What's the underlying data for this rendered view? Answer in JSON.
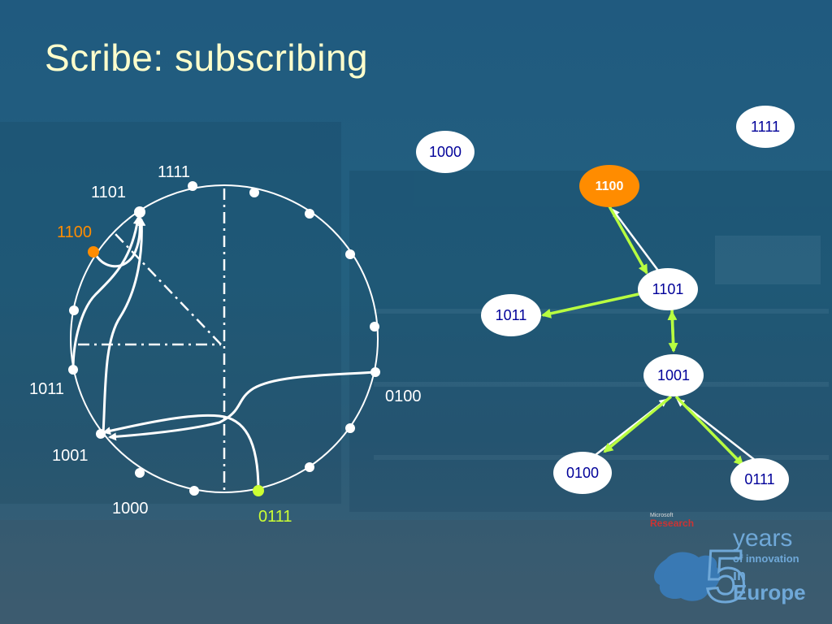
{
  "slide": {
    "title": "Scribe: subscribing",
    "colors": {
      "title": "#ffffcc",
      "label": "#ffffff",
      "highlight_orange": "#ff8c00",
      "highlight_green": "#ccff33",
      "tree_text": "#000099",
      "arrow_green": "#b8ff40"
    }
  },
  "ring_labels": {
    "n1111": "1111",
    "n1101": "1101",
    "n1100": "1100",
    "n1011": "1011",
    "n1001": "1001",
    "n1000": "1000",
    "n0111": "0111",
    "n0100": "0100"
  },
  "tree_nodes": {
    "n1111": "1111",
    "n1000": "1000",
    "n1100": "1100",
    "n1101": "1101",
    "n1011": "1011",
    "n1001": "1001",
    "n0100": "0100",
    "n0111": "0111"
  },
  "logo": {
    "brand_line1": "Microsoft",
    "brand_line2": "Research",
    "years": "years",
    "line2": "of innovation",
    "line3": "in",
    "line4": "Europe",
    "number": "5"
  }
}
